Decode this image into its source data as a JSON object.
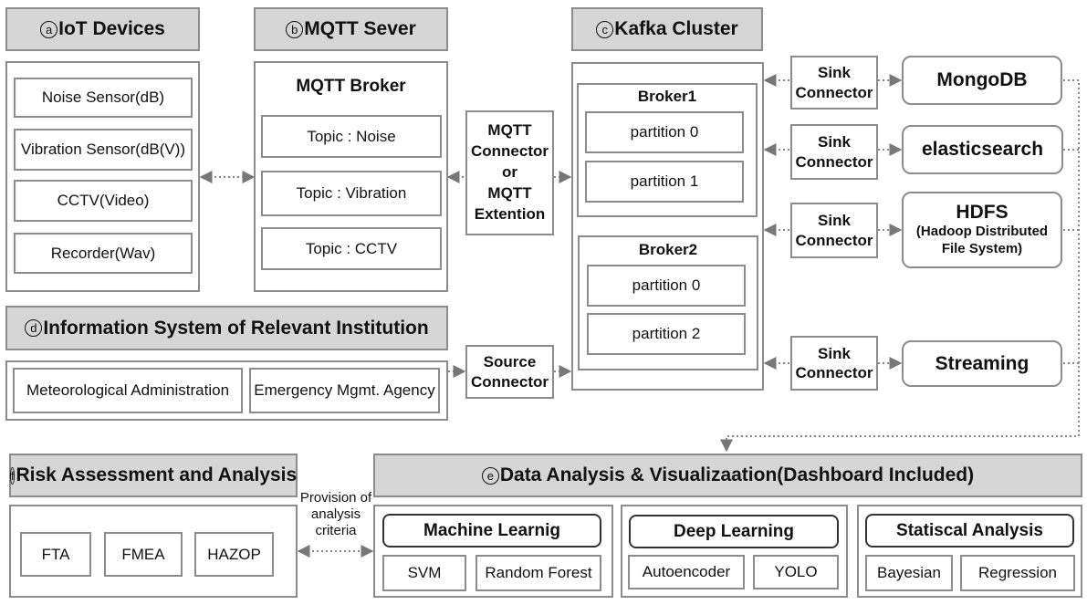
{
  "iot": {
    "header_mark": "a",
    "header_text": "IoT Devices",
    "items": [
      "Noise Sensor(dB)",
      "Vibration Sensor(dB(V))",
      "CCTV(Video)",
      "Recorder(Wav)"
    ]
  },
  "mqtt": {
    "header_mark": "b",
    "header_text": "MQTT Sever",
    "broker_title": "MQTT Broker",
    "topics": [
      "Topic : Noise",
      "Topic : Vibration",
      "Topic : CCTV"
    ]
  },
  "mqtt_connector": {
    "lines": [
      "MQTT",
      "Connector",
      "or",
      "MQTT",
      "Extention"
    ]
  },
  "kafka": {
    "header_mark": "c",
    "header_text": "Kafka Cluster",
    "broker1": {
      "title": "Broker1",
      "partitions": [
        "partition 0",
        "partition 1"
      ]
    },
    "broker2": {
      "title": "Broker2",
      "partitions": [
        "partition 0",
        "partition 2"
      ]
    }
  },
  "sinks": [
    {
      "lines": [
        "Sink",
        "Connector"
      ],
      "target": "MongoDB"
    },
    {
      "lines": [
        "Sink",
        "Connector"
      ],
      "target": "elasticsearch"
    },
    {
      "lines": [
        "Sink",
        "Connector"
      ],
      "target": "HDFS",
      "target_sub": [
        "(Hadoop Distributed",
        "File System)"
      ]
    },
    {
      "lines": [
        "Sink",
        "Connector"
      ],
      "target": "Streaming"
    }
  ],
  "info": {
    "header_mark": "d",
    "header_text": "Information System of Relevant Institution",
    "items": [
      "Meteorological Administration",
      "Emergency Mgmt. Agency"
    ]
  },
  "source_connector": {
    "lines": [
      "Source",
      "Connector"
    ]
  },
  "risk": {
    "header_mark": "f",
    "header_text": "Risk Assessment and Analysis",
    "items": [
      "FTA",
      "FMEA",
      "HAZOP"
    ]
  },
  "provision_note": [
    "Provision of",
    "analysis",
    "criteria"
  ],
  "analysis": {
    "header_mark": "e",
    "header_text": "Data Analysis & Visualizaation(Dashboard Included)",
    "groups": [
      {
        "title": "Machine Learnig",
        "items": [
          "SVM",
          "Random Forest"
        ]
      },
      {
        "title": "Deep Learning",
        "items": [
          "Autoencoder",
          "YOLO"
        ]
      },
      {
        "title": "Statiscal Analysis",
        "items": [
          "Bayesian",
          "Regression"
        ]
      }
    ]
  }
}
